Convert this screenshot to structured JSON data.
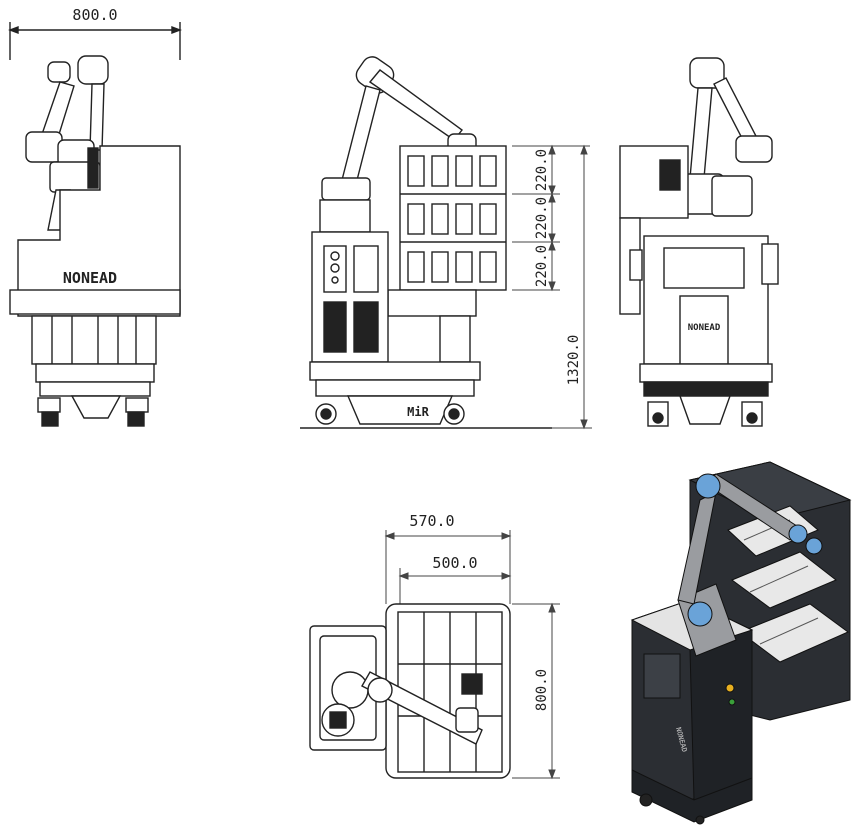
{
  "dimensions": {
    "side_width": "800.0",
    "tray_pitch_1": "220.0",
    "tray_pitch_2": "220.0",
    "tray_pitch_3": "220.0",
    "total_height": "1320.0",
    "top_outer_width": "570.0",
    "top_inner_width": "500.0",
    "top_depth": "800.0"
  },
  "labels": {
    "brand_side": "NONEAD",
    "brand_back": "NONEAD",
    "brand_iso": "NONEAD",
    "base_brand": "MiR"
  },
  "colors": {
    "line": "#222222",
    "dim_line": "#444444",
    "iso_body": "#2b2e33",
    "iso_arm": "#9a9ca0",
    "iso_joint": "#6aa3d8",
    "iso_tray": "#e8e8e8"
  }
}
